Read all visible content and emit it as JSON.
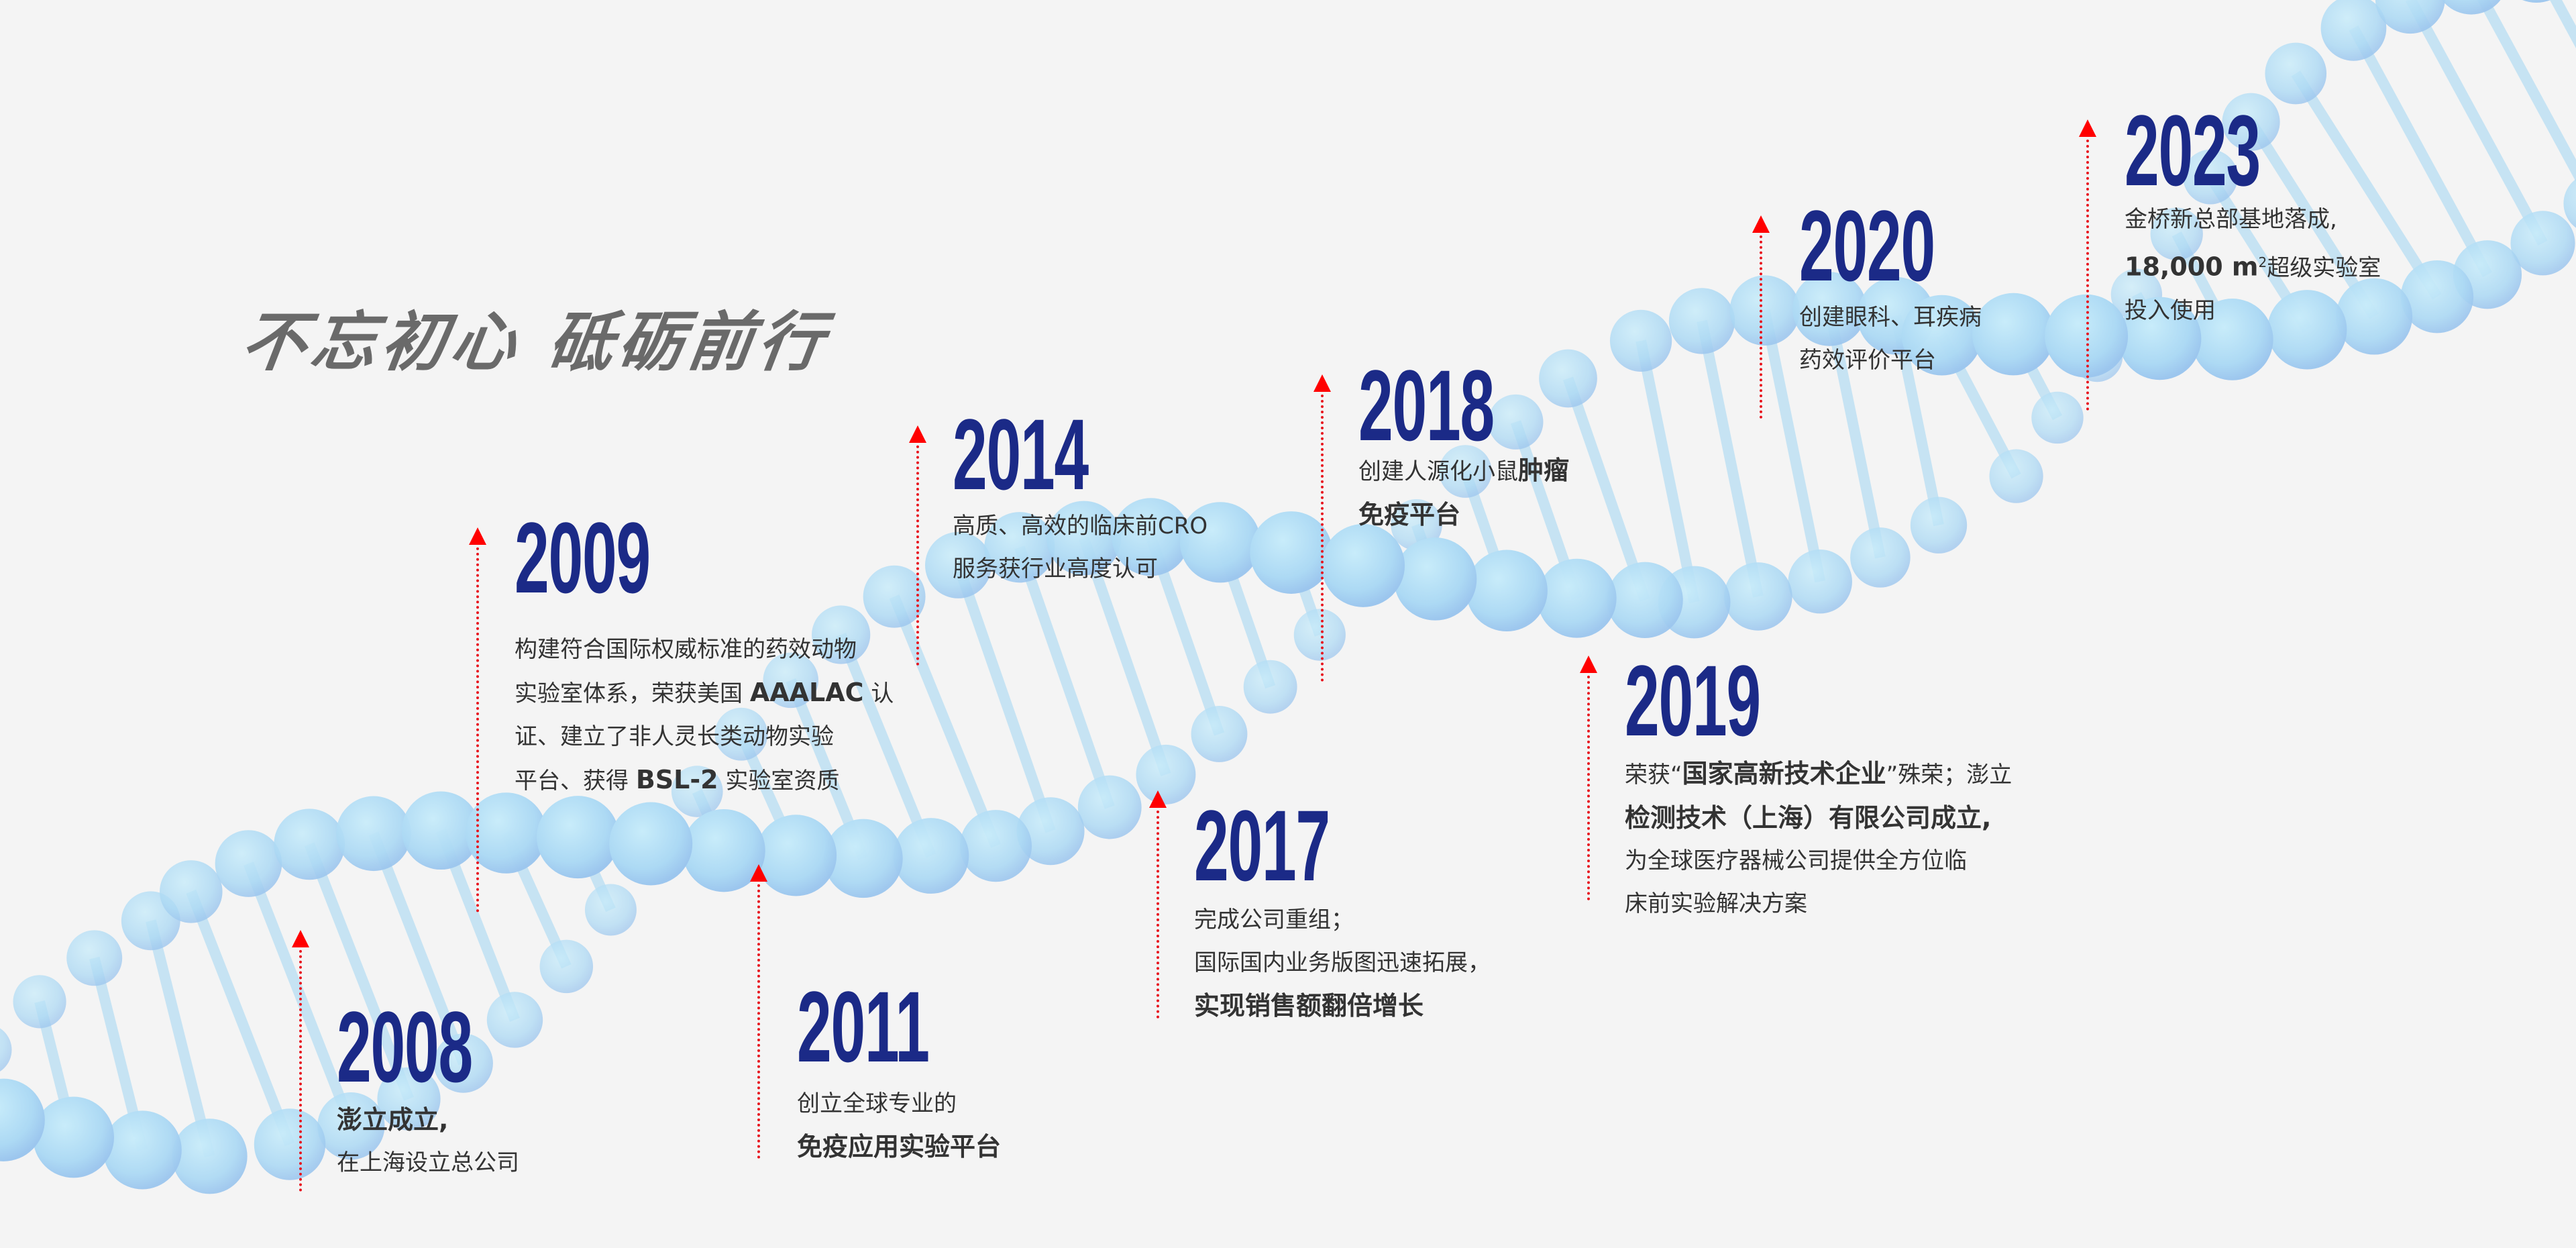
{
  "slogan": "不忘初心 砥砺前行",
  "colors": {
    "year": "#1b2a87",
    "arrow": "#ff0000",
    "text": "#333333",
    "helix": "#a9d9f3"
  },
  "milestones": [
    {
      "year": "2008",
      "l1a": "澎立成立,",
      "l2a": "在上海设立总公司"
    },
    {
      "year": "2009",
      "l1a": "构建符合国际权威标准的药效动物",
      "l2a": "实验室体系，荣获美国 ",
      "l2b": "AAALAC",
      "l2c": " 认",
      "l3a": "证、建立了非人灵长类动物实验",
      "l4a": "平台、获得 ",
      "l4b": "BSL-2",
      "l4c": " 实验室资质"
    },
    {
      "year": "2011",
      "l1a": "创立全球专业的",
      "l2a": "免疫应用实验平台"
    },
    {
      "year": "2014",
      "l1a": "高质、高效的临床前CRO",
      "l2a": "服务获行业高度认可"
    },
    {
      "year": "2017",
      "l1a": "完成公司重组；",
      "l2a": "国际国内业务版图迅速拓展，",
      "l3a": "实现销售额翻倍增长"
    },
    {
      "year": "2018",
      "l1a": "创建人源化小鼠",
      "l1b": "肿瘤",
      "l2a": "免疫平台"
    },
    {
      "year": "2019",
      "l1a": "荣获“",
      "l1b": "国家高新技术企业",
      "l1c": "”殊荣；澎立",
      "l2a": "检测技术（上海）有限公司成立,",
      "l3a": "为全球医疗器械公司提供全方位临",
      "l4a": "床前实验解决方案"
    },
    {
      "year": "2020",
      "l1a": "创建眼科、耳疾病",
      "l2a": "药效评价平台"
    },
    {
      "year": "2023",
      "l1a": "金桥新总部基地落成,",
      "l2a": "18,000 m",
      "l2sup": "2",
      "l2b": "超级实验室",
      "l3a": "投入使用"
    }
  ]
}
